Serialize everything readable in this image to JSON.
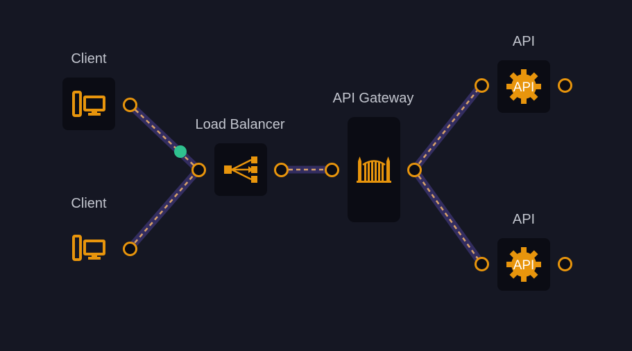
{
  "colors": {
    "background": "#151723",
    "node_fill": "#0b0c14",
    "accent": "#e8950c",
    "edge_glow": "#3e3576",
    "edge_dash": "#d9a36a",
    "active_dot": "#2fc18f",
    "label": "#c3c6cf"
  },
  "nodes": {
    "client_1": {
      "label": "Client",
      "icon": "client-devices-icon"
    },
    "client_2": {
      "label": "Client",
      "icon": "client-devices-icon"
    },
    "load_balancer": {
      "label": "Load Balancer",
      "icon": "load-balancer-icon"
    },
    "api_gateway": {
      "label": "API Gateway",
      "icon": "gateway-icon"
    },
    "api_1": {
      "label": "API",
      "icon": "api-gear-icon",
      "badge": "API"
    },
    "api_2": {
      "label": "API",
      "icon": "api-gear-icon",
      "badge": "API"
    }
  },
  "edges": [
    {
      "from": "client_1",
      "to": "load_balancer"
    },
    {
      "from": "client_2",
      "to": "load_balancer"
    },
    {
      "from": "load_balancer",
      "to": "api_gateway"
    },
    {
      "from": "api_gateway",
      "to": "api_1"
    },
    {
      "from": "api_gateway",
      "to": "api_2"
    }
  ]
}
